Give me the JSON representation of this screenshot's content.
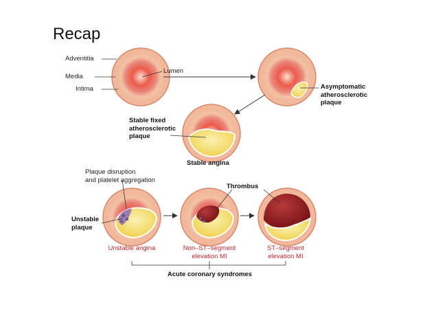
{
  "title": "Recap",
  "labels": {
    "adventitia": "Adventitia",
    "media": "Media",
    "intima": "Intima",
    "lumen": "Lumen",
    "asymptomatic_plaque": [
      "Asymptomatic",
      "atherosclerotic",
      "plaque"
    ],
    "stable_plaque": [
      "Stable fixed",
      "atherosclerotic",
      "plaque"
    ],
    "stable_angina": "Stable angina",
    "plaque_disruption": [
      "Plaque disruption",
      "and platelet aggregation"
    ],
    "thrombus": "Thrombus",
    "unstable_plaque": [
      "Unstable",
      "plaque"
    ],
    "unstable_angina": "Unstable angina",
    "nstemi": [
      "Non–ST–segment",
      "elevation MI"
    ],
    "stemi": [
      "ST–segment",
      "elevation MI"
    ],
    "acs": "Acute coronary syndromes"
  },
  "colors": {
    "vessel_outer": "#f3c2a4",
    "vessel_outline": "#d9876b",
    "media_red": "#e0463c",
    "lumen_center": "#f7d9c4",
    "plaque_yellow": "#f6e27a",
    "plaque_rim": "#ffffff",
    "thrombus_dark": "#8e1a1f",
    "platelet_purple": "#8a6fb0",
    "caption_red": "#c0272d",
    "line": "#333333"
  }
}
